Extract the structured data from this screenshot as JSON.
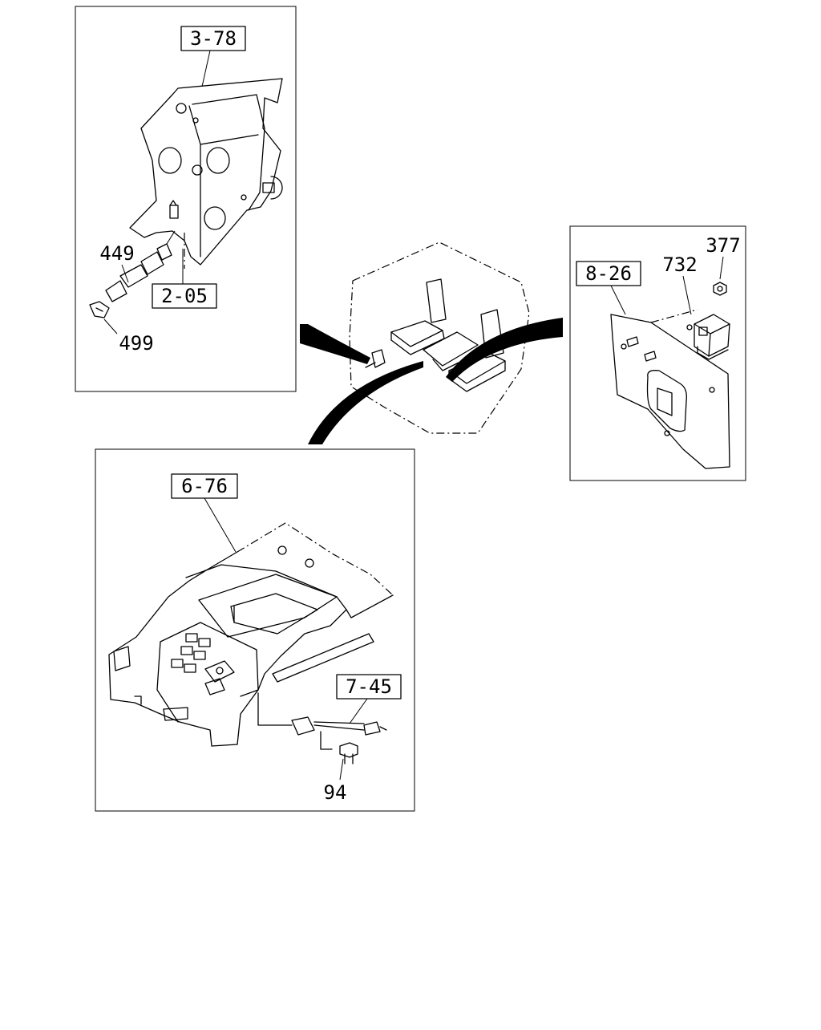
{
  "panels": {
    "switch_bracket": {
      "ref_label": "3-78",
      "parts": [
        "449",
        "2-05",
        "499"
      ]
    },
    "relay_panel": {
      "ref_label": "8-26",
      "parts": [
        "377",
        "732"
      ]
    },
    "console": {
      "ref_label": "6-76",
      "sub_ref_label": "7-45",
      "parts": [
        "94"
      ]
    }
  }
}
